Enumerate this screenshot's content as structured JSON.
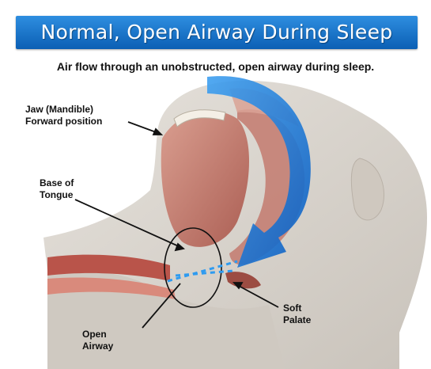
{
  "title": "Normal, Open Airway During Sleep",
  "subtitle": "Air flow through an unobstructed, open airway during sleep.",
  "labels": {
    "jaw_line1": "Jaw (Mandible)",
    "jaw_line2": "Forward position",
    "tongue_line1": "Base of",
    "tongue_line2": "Tongue",
    "soft_line1": "Soft",
    "soft_line2": "Palate",
    "open_line1": "Open",
    "open_line2": "Airway"
  },
  "colors": {
    "banner": "#1a78d2",
    "airflow_arrow": "#1577dd",
    "airflow_dashes": "#2e9bf0",
    "skin": "#d9d4cd",
    "tissue": "#c9786a"
  }
}
